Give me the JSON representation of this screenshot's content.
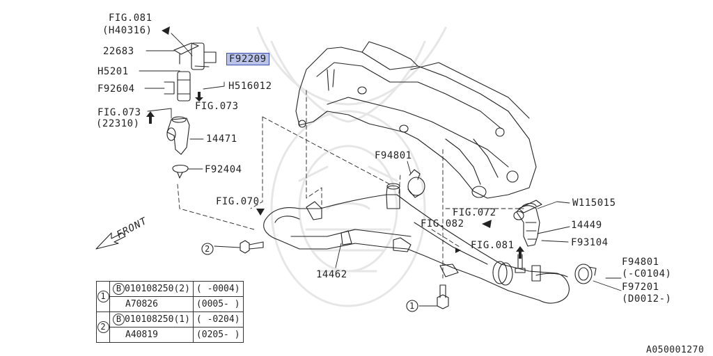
{
  "labels": {
    "fig081_top": "FIG.081",
    "h40316": "(H40316)",
    "p22683": "22683",
    "f92209": "F92209",
    "h5201": "H5201",
    "h516012": "H516012",
    "f92604": "F92604",
    "fig073_right": "FIG.073",
    "fig073_left": "FIG.073",
    "p22310": "(22310)",
    "p14471": "14471",
    "f92404": "F92404",
    "f94801_top": "F94801",
    "fig070": "FIG.070",
    "front": "FRONT",
    "w115015": "W115015",
    "p14449": "14449",
    "fig072": "FIG.072",
    "fig082": "FIG.082",
    "fig081_mid": "FIG.081",
    "f93104": "F93104",
    "p14462": "14462",
    "f94801_right": "F94801",
    "c0104": "(-C0104)",
    "f97201": "F97201",
    "d0012": "(D0012-)",
    "diagram_id": "A050001270",
    "callout_1": "1",
    "callout_2": "2"
  },
  "table": {
    "rows": [
      {
        "num": "1",
        "b": "B",
        "part": "010108250(2)",
        "range": "( -0004)"
      },
      {
        "num": "",
        "b": "",
        "part": "A70826",
        "range": "(0005- )"
      },
      {
        "num": "2",
        "b": "B",
        "part": "010108250(1)",
        "range": "( -0204)"
      },
      {
        "num": "",
        "b": "",
        "part": "A40819",
        "range": "(0205- )"
      }
    ]
  }
}
